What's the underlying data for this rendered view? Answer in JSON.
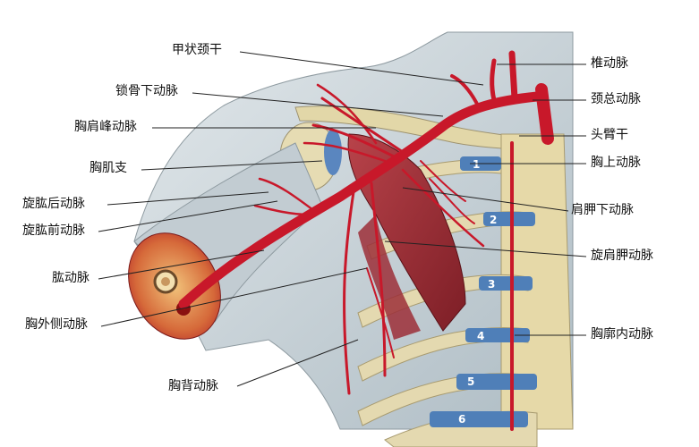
{
  "labels_left": [
    "甲状颈干",
    "锁骨下动脉",
    "胸肩峰动脉",
    "胸肌支",
    "旋肱后动脉",
    "旋肱前动脉",
    "肱动脉",
    "胸外侧动脉",
    "胸背动脉"
  ],
  "labels_right": [
    "椎动脉",
    "颈总动脉",
    "头臂干",
    "胸上动脉",
    "肩胛下动脉",
    "旋肩胛动脉",
    "胸廓内动脉"
  ],
  "rib_numbers": [
    "1",
    "2",
    "3",
    "4",
    "5",
    "6"
  ],
  "colors": {
    "artery": "#c8182a",
    "muscle": "#a8323a",
    "bone": "#e4d9b0",
    "skin": "#c9d3d8",
    "cartilage": "#4f7fb8",
    "leader": "#222222"
  }
}
